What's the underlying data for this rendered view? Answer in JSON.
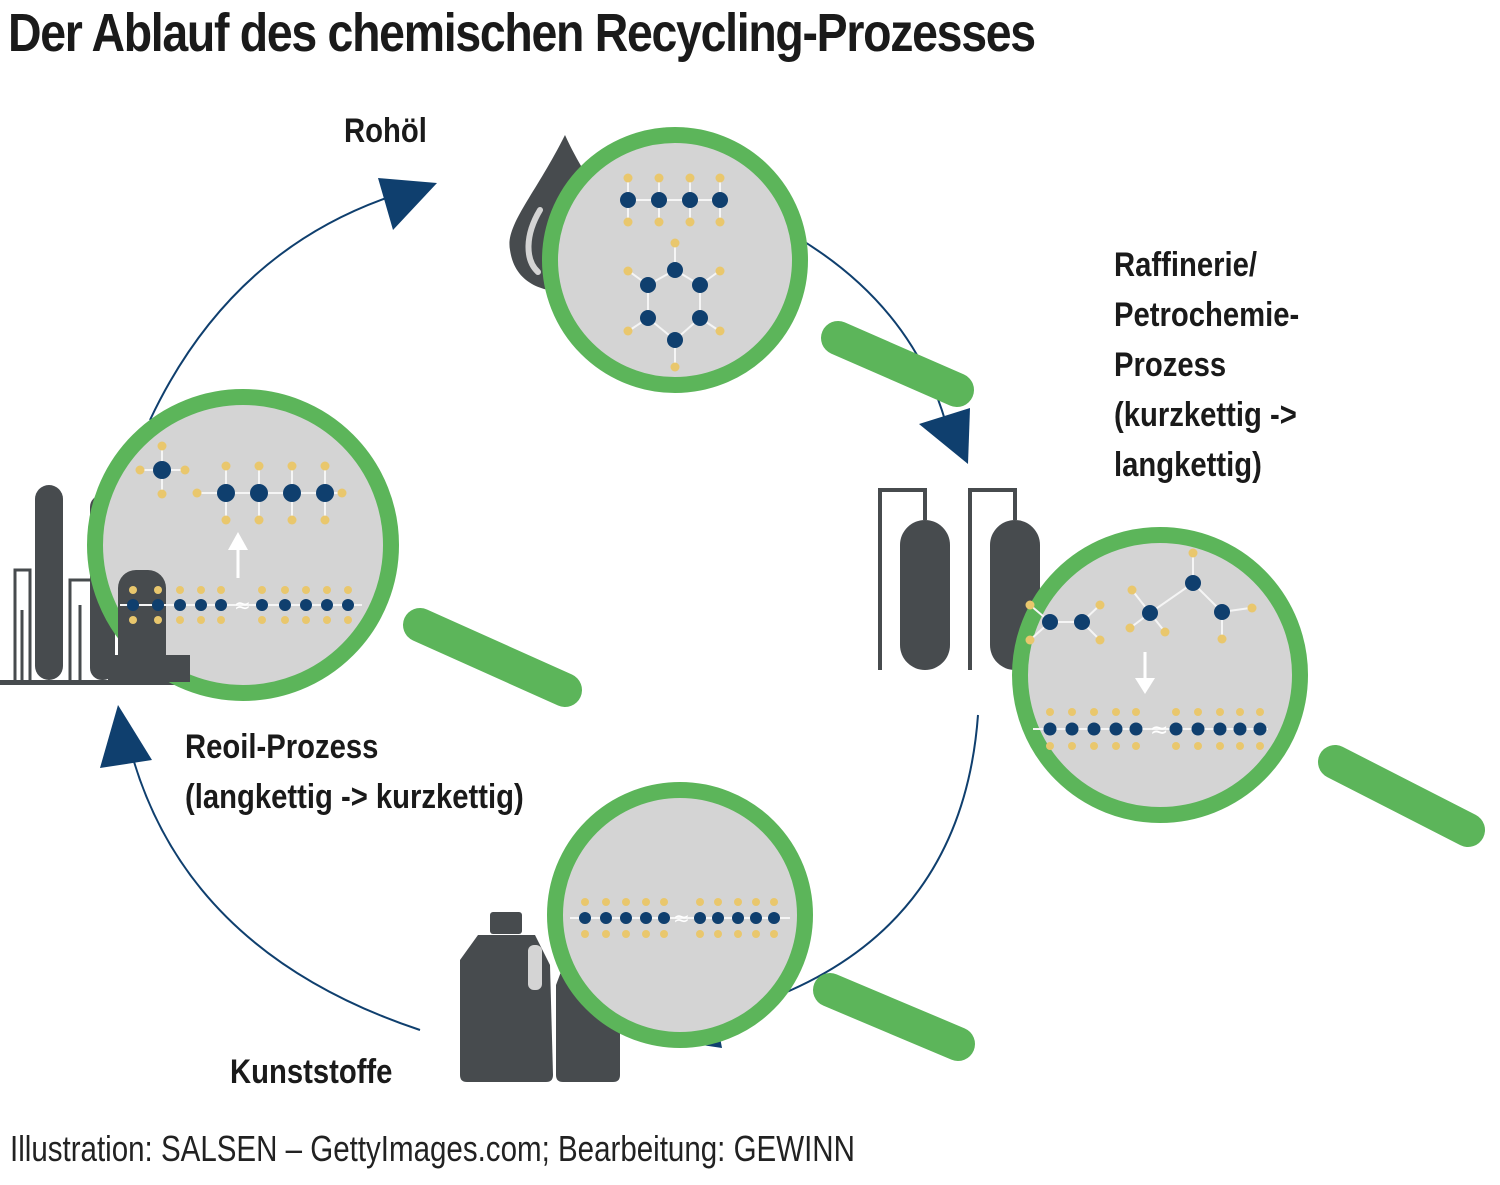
{
  "title": "Der Ablauf des chemischen Recycling-Prozesses",
  "labels": {
    "crude_oil": "Rohöl",
    "refinery": [
      "Raffinerie/",
      "Petrochemie-",
      "Prozess",
      "(kurzkettig ->",
      "langkettig)"
    ],
    "reoil": [
      "Reoil-Prozess",
      "(langkettig -> kurzkettig)"
    ],
    "plastics": "Kunststoffe"
  },
  "credit": "Illustration: SALSEN – GettyImages.com; Bearbeitung: GEWINN",
  "colors": {
    "lens_ring": "#5cb55a",
    "lens_fill": "#d4d4d4",
    "atom_blue": "#0f3f6e",
    "atom_yellow": "#e9c76d",
    "cycle_arrow": "#0f3f6e",
    "icon_gray": "#474b4e"
  },
  "icons": [
    "oil-drop-icon",
    "refinery-tanks-icon",
    "factory-icon",
    "plastic-bottles-icon",
    "magnifier-icon"
  ]
}
